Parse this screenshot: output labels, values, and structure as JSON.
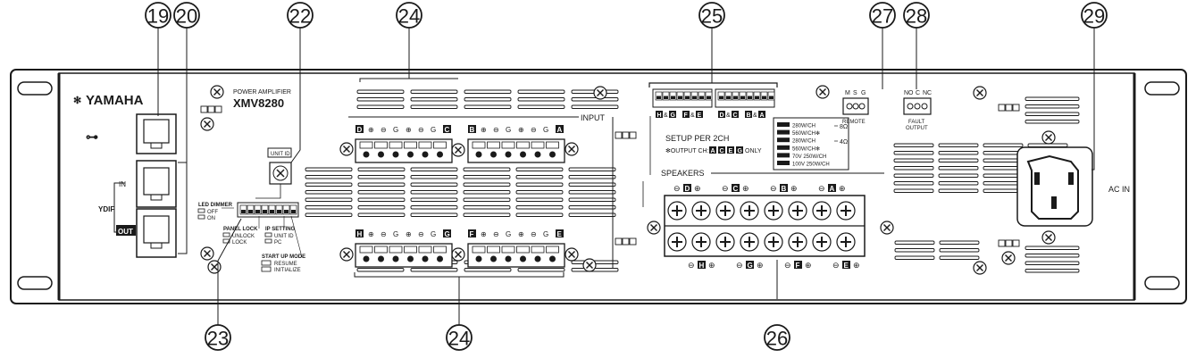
{
  "brand": {
    "logo_text": "YAMAHA",
    "model_line": "POWER AMPLIFIER",
    "model": "XMV8280"
  },
  "callouts": [
    "19",
    "20",
    "22",
    "23",
    "24",
    "24",
    "25",
    "26",
    "27",
    "28",
    "29"
  ],
  "ydif": {
    "label": "YDIF",
    "in_label": "IN",
    "out_label": "OUT"
  },
  "unit_id": {
    "label": "UNIT ID"
  },
  "dip_settings": {
    "led_dimmer": {
      "title": "LED DIMMER",
      "off": "OFF",
      "on": "ON"
    },
    "panel_lock": {
      "title": "PANEL LOCK",
      "unlock": "UNLOCK",
      "lock": "LOCK"
    },
    "ip_setting": {
      "title": "IP SETTING",
      "unit_id": "UNIT ID",
      "pc": "PC"
    },
    "start_up_mode": {
      "title": "START UP MODE",
      "resume": "RESUME",
      "initialize": "INITIALIZE"
    }
  },
  "input": {
    "label": "INPUT",
    "top_left": {
      "ch_a": "D",
      "ch_b": "C"
    },
    "top_right": {
      "ch_a": "B",
      "ch_b": "A"
    },
    "bottom_left": {
      "ch_a": "H",
      "ch_b": "G"
    },
    "bottom_right": {
      "ch_a": "F",
      "ch_b": "E"
    },
    "pin_labels": [
      "⊕",
      "⊖",
      "G",
      "⊕",
      "⊖",
      "G"
    ]
  },
  "setup": {
    "dip_groups": [
      "H&G",
      "F&E",
      "D&C",
      "B&A"
    ],
    "title": "SETUP PER 2CH",
    "output_note_prefix": "✻OUTPUT CH:",
    "output_note_channels": [
      "A",
      "C",
      "E",
      "G"
    ],
    "output_note_suffix": "ONLY",
    "modes": [
      "280W/CH",
      "560W/CH✻",
      "280W/CH",
      "560W/CH✻",
      "70V    250W/CH",
      "100V  250W/CH"
    ],
    "impedance_8": "8Ω",
    "impedance_4": "4Ω"
  },
  "speakers": {
    "label": "SPEAKERS",
    "top_channels": [
      "D",
      "C",
      "B",
      "A"
    ],
    "bottom_channels": [
      "H",
      "G",
      "F",
      "E"
    ]
  },
  "remote": {
    "pins": [
      "M",
      "S",
      "G"
    ],
    "label": "REMOTE"
  },
  "fault": {
    "pins": [
      "NO",
      "C",
      "NC"
    ],
    "label1": "FAULT",
    "label2": "OUTPUT"
  },
  "ac_in": {
    "label": "AC IN"
  }
}
